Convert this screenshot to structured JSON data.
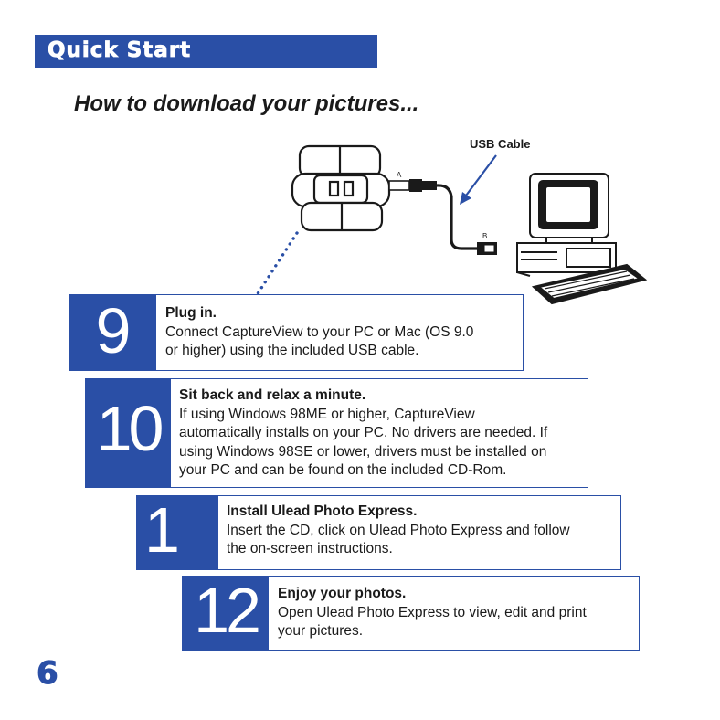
{
  "header": {
    "banner": "Quick Start",
    "subtitle": "How to download your pictures..."
  },
  "illustration": {
    "cable_label": "USB Cable",
    "end_a": "A",
    "end_b": "B"
  },
  "steps": [
    {
      "number": "9",
      "title": "Plug in.",
      "lines": [
        "Connect CaptureView to your PC or Mac (OS 9.0",
        "or higher) using the included USB cable."
      ]
    },
    {
      "number": "10",
      "title": "Sit back and relax a minute.",
      "lines": [
        "If using Windows 98ME or higher, CaptureView",
        "automatically installs on your PC. No drivers are needed. If",
        "using Windows 98SE or lower, drivers must be installed on",
        "your PC and can be found on the included CD-Rom."
      ]
    },
    {
      "number": "1",
      "title": "Install Ulead Photo Express.",
      "lines": [
        "Insert the CD, click on Ulead Photo Express and follow",
        "the on-screen instructions."
      ]
    },
    {
      "number": "12",
      "title": "Enjoy your photos.",
      "lines": [
        "Open Ulead Photo Express to view, edit and print",
        "your pictures."
      ]
    }
  ],
  "footer": {
    "page_number": "6"
  },
  "colors": {
    "brand_blue": "#2a4fa6"
  }
}
